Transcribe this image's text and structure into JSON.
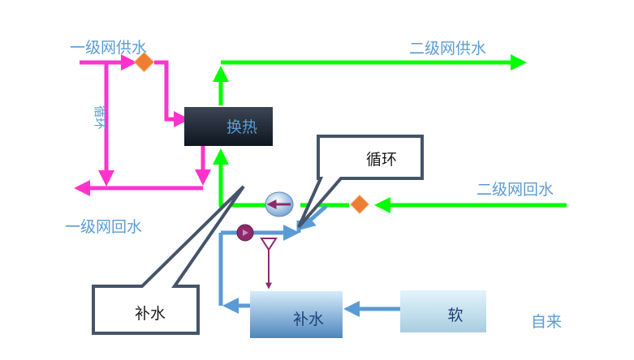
{
  "labels": {
    "primary_supply": "一级网供水",
    "primary_return": "一级网回水",
    "secondary_supply": "二级网供水",
    "secondary_return": "二级网回水",
    "circulation_vertical": "循环",
    "heat_exchange": "换热",
    "callout_circulation": "循环",
    "callout_makeup": "补水",
    "makeup_tank": "补水",
    "softener": "软",
    "tap_water": "自来"
  },
  "colors": {
    "primary_loop": "#ff33cc",
    "secondary_loop": "#00ff00",
    "makeup_line": "#5b9bd5",
    "label_blue": "#5b9bd5",
    "callout_border": "#44546a",
    "valve_orange": "#ed7d31",
    "pump_purple": "#8e2a6b"
  }
}
